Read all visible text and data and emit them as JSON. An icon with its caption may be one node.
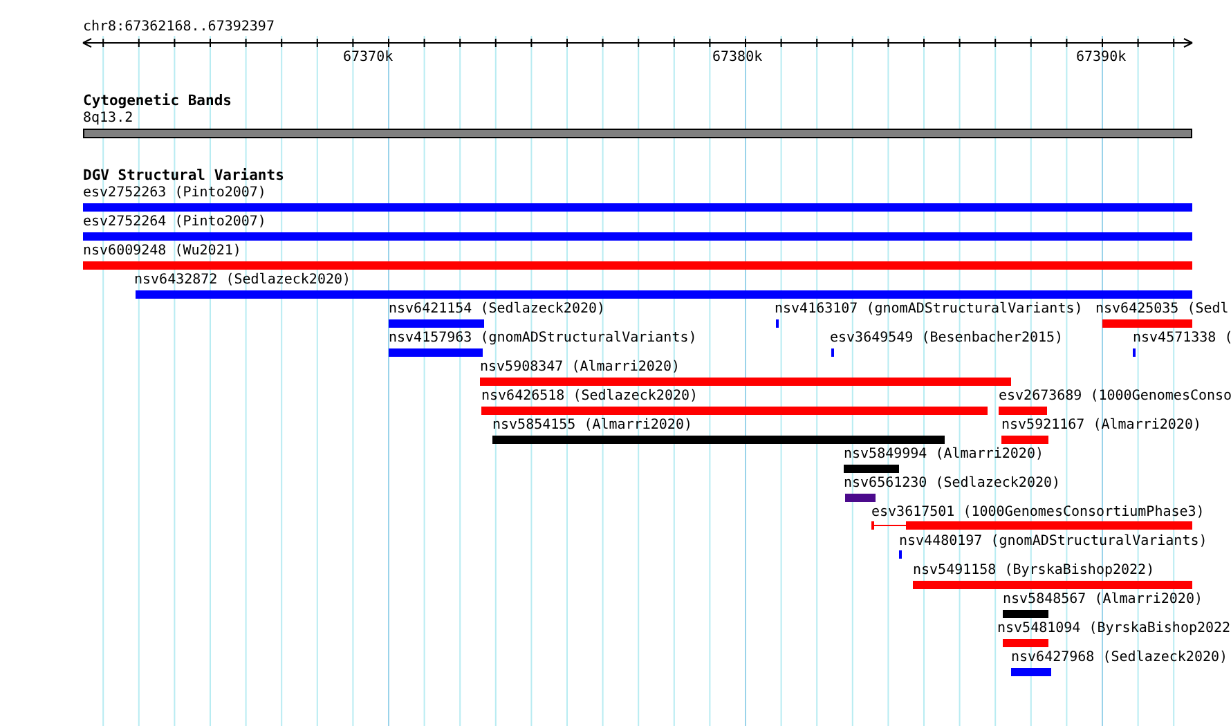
{
  "diagram": {
    "nodes": [
      {
        "text": [
          "8q13.2"
        ]
      },
      {
        "text": [
          "esv2752263 (Pinto2007)"
        ]
      },
      {
        "text": [
          "esv2752264 (Pinto2007)"
        ]
      },
      {
        "text": [
          "nsv6009248 (Wu2021)"
        ]
      },
      {
        "text": [
          "nsv6432872 (Sedlazeck2020)"
        ]
      },
      {
        "text": [
          "nsv6421154 (Sedlazeck2020)"
        ]
      },
      {
        "text": [
          "nsv4163107 (gnomADStructuralVariants)"
        ]
      },
      {
        "text": [
          "nsv6425035 (Sedl"
        ]
      },
      {
        "text": [
          "nsv4157963 (gnomADStructuralVariants)"
        ]
      },
      {
        "text": [
          "esv3649549 (Besenbacher2015)"
        ]
      },
      {
        "text": [
          "nsv4571338 ("
        ]
      },
      {
        "text": [
          "nsv5908347 (Almarri2020)"
        ]
      },
      {
        "text": [
          "nsv6426518 (Sedlazeck2020)"
        ]
      },
      {
        "text": [
          "esv2673689 (1000GenomesConso"
        ]
      },
      {
        "text": [
          "nsv5854155 (Almarri2020)"
        ]
      },
      {
        "text": [
          "nsv5921167 (Almarri2020)"
        ]
      },
      {
        "text": [
          "nsv5849994 (Almarri2020)"
        ]
      },
      {
        "text": [
          "nsv6561230 (Sedlazeck2020)"
        ]
      },
      {
        "text": [
          "esv3617501 (1000GenomesConsortiumPhase3)"
        ]
      },
      {
        "text": [
          "nsv4480197 (gnomADStructuralVariants)"
        ]
      },
      {
        "text": [
          "nsv5491158 (ByrskaBishop2022)"
        ]
      },
      {
        "text": [
          "nsv5848567 (Almarri2020)"
        ]
      },
      {
        "text": [
          "nsv5481094 (ByrskaBishop2022"
        ]
      },
      {
        "text": [
          "nsv6427968 (Sedlazeck2020)"
        ]
      }
    ],
    "labels": [
      "chr8:67362168..67392397",
      "67370k",
      "67380k",
      "67390k",
      "Cytogenetic Bands",
      "DGV Structural Variants"
    ]
  }
}
